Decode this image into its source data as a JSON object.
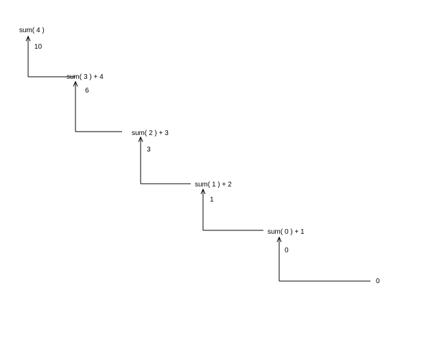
{
  "diagram": {
    "line_color": "#000000",
    "steps": [
      {
        "call": "sum( 4 )",
        "returns": "10"
      },
      {
        "call": "sum( 3 ) + 4",
        "returns": "6"
      },
      {
        "call": "sum( 2 ) + 3",
        "returns": "3"
      },
      {
        "call": "sum( 1 ) + 2",
        "returns": "1"
      },
      {
        "call": "sum( 0 ) + 1",
        "returns": "0"
      }
    ],
    "base_value": "0"
  }
}
